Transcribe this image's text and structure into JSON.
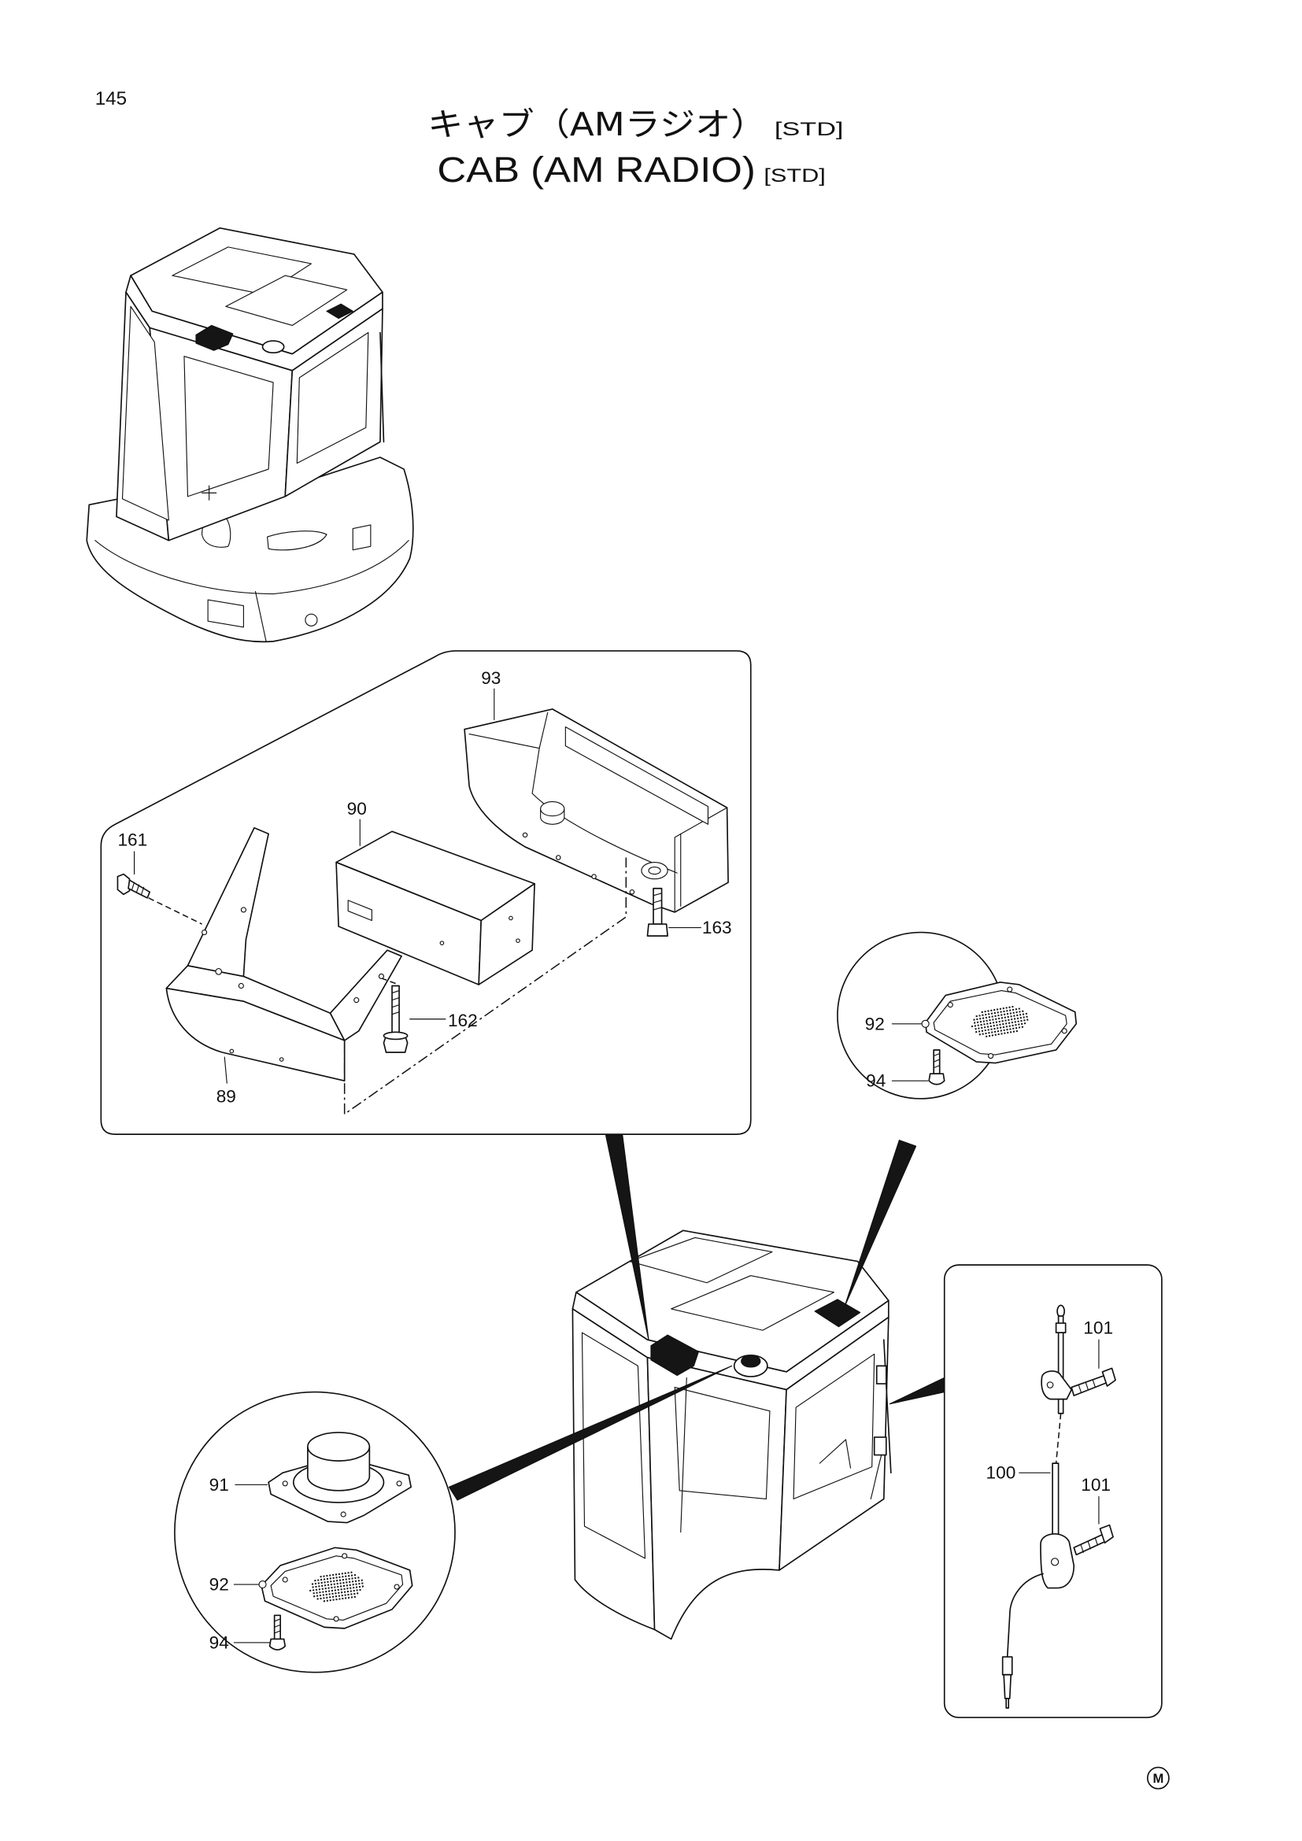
{
  "page_number": "145",
  "title": {
    "jp": "キャブ（AMラジオ）",
    "jp_tag": "[STD]",
    "en": "CAB (AM RADIO)",
    "en_tag": "[STD]"
  },
  "callouts": {
    "radio_inset": [
      "93",
      "90",
      "161",
      "163",
      "162",
      "89"
    ],
    "grille_circle": [
      "92",
      "94"
    ],
    "speaker_circle": [
      "91",
      "92",
      "94"
    ],
    "antenna_panel": [
      "101",
      "100",
      "101"
    ]
  },
  "footer_mark": "M"
}
